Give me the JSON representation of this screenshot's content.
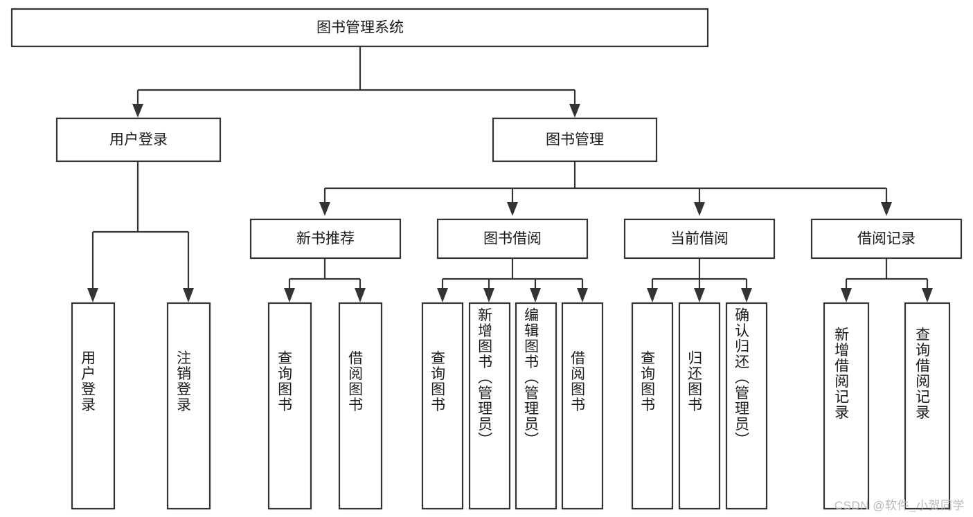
{
  "diagram": {
    "type": "tree",
    "title": "图书管理系统",
    "orientation": "top-down",
    "colors": {
      "stroke": "#333333",
      "fill": "#ffffff",
      "text": "#1b1b1b",
      "watermark": "#b9b9b9"
    },
    "root": {
      "label": "图书管理系统"
    },
    "level2": [
      {
        "label": "用户登录"
      },
      {
        "label": "图书管理"
      }
    ],
    "level3": [
      {
        "label": "新书推荐"
      },
      {
        "label": "图书借阅"
      },
      {
        "label": "当前借阅"
      },
      {
        "label": "借阅记录"
      }
    ],
    "leaves": {
      "user_login": [
        {
          "label": "用户登录"
        },
        {
          "label": "注销登录"
        }
      ],
      "new_book": [
        {
          "label": "查询图书"
        },
        {
          "label": "借阅图书"
        }
      ],
      "book_borrow": [
        {
          "label": "查询图书"
        },
        {
          "label": "新增图书（管理员）"
        },
        {
          "label": "编辑图书（管理员）"
        },
        {
          "label": "借阅图书"
        }
      ],
      "current_borrow": [
        {
          "label": "查询图书"
        },
        {
          "label": "归还图书"
        },
        {
          "label": "确认归还（管理员）"
        }
      ],
      "borrow_record": [
        {
          "label": "新增借阅记录"
        },
        {
          "label": "查询借阅记录"
        }
      ]
    }
  },
  "watermark": {
    "text": "CSDN @软件_小贺同学"
  }
}
